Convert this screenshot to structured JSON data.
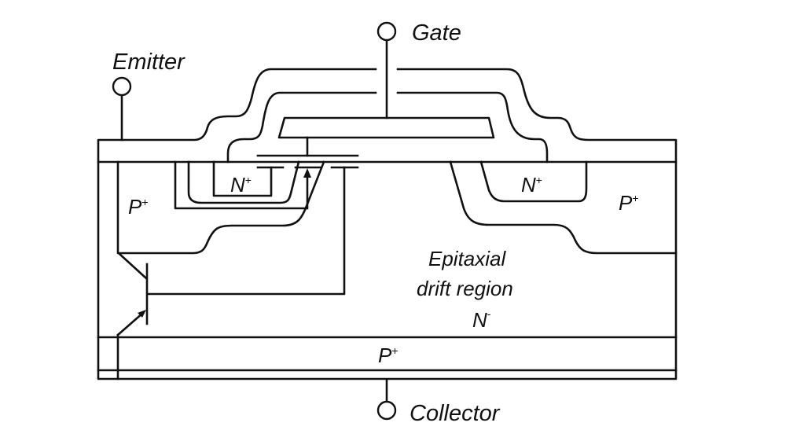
{
  "diagram": {
    "type": "IGBT cross-section",
    "terminals": {
      "emitter": "Emitter",
      "gate": "Gate",
      "collector": "Collector"
    },
    "regions": {
      "n_plus_left": "N",
      "n_plus_left_sup": "+",
      "n_plus_right": "N",
      "n_plus_right_sup": "+",
      "p_plus_left": "P",
      "p_plus_left_sup": "+",
      "p_plus_right": "P",
      "p_plus_right_sup": "+",
      "drift_line1": "Epitaxial",
      "drift_line2": "drift region",
      "drift_doping": "N",
      "drift_doping_sup": "-",
      "p_plus_substrate": "P",
      "p_plus_substrate_sup": "+"
    },
    "colors": {
      "line": "#111111",
      "background": "#ffffff"
    }
  }
}
